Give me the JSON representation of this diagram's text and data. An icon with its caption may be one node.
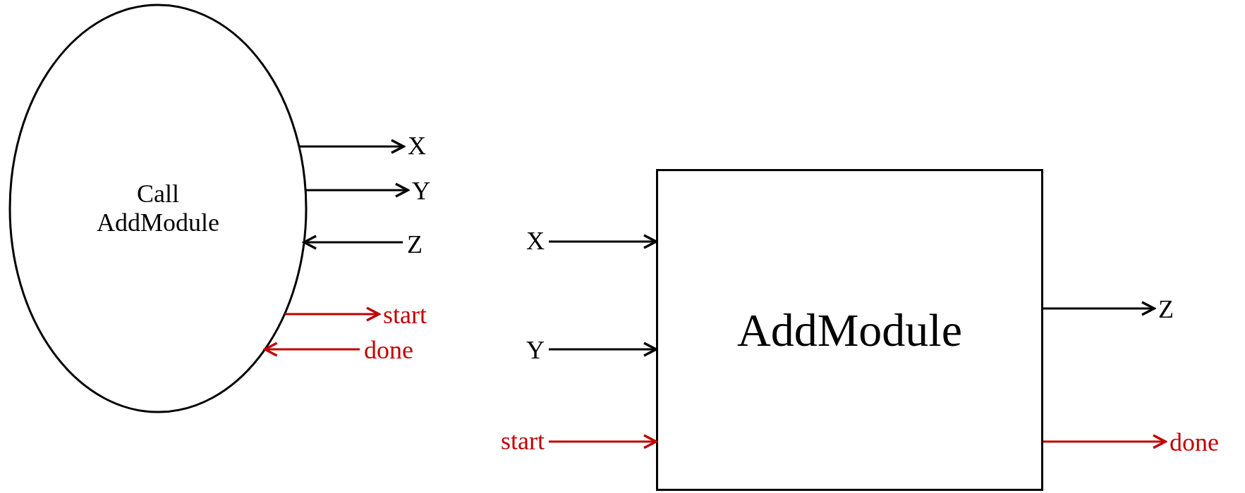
{
  "diagram": {
    "nodes": [
      {
        "text": [
          "Call AddModule"
        ]
      },
      {
        "text": [
          "X"
        ]
      },
      {
        "text": [
          "Y"
        ]
      },
      {
        "text": [
          "Z"
        ]
      },
      {
        "text": [
          "start"
        ]
      },
      {
        "text": [
          "done"
        ]
      },
      {
        "text": [
          "AddModule"
        ]
      },
      {
        "text": [
          "X"
        ]
      },
      {
        "text": [
          "Y"
        ]
      },
      {
        "text": [
          "start"
        ]
      },
      {
        "text": [
          "Z"
        ]
      },
      {
        "text": [
          "done"
        ]
      }
    ],
    "edges": [
      {
        "from": 0,
        "to": 1,
        "arrow": "to"
      },
      {
        "from": 0,
        "to": 2,
        "arrow": "to"
      },
      {
        "from": 3,
        "to": 0,
        "arrow": "to"
      },
      {
        "from": 0,
        "to": 4,
        "arrow": "to",
        "color": "#c00000"
      },
      {
        "from": 5,
        "to": 0,
        "arrow": "to",
        "color": "#c00000"
      },
      {
        "from": 7,
        "to": 6,
        "arrow": "to"
      },
      {
        "from": 8,
        "to": 6,
        "arrow": "to"
      },
      {
        "from": 9,
        "to": 6,
        "arrow": "to",
        "color": "#c00000"
      },
      {
        "from": 6,
        "to": 10,
        "arrow": "to"
      },
      {
        "from": 6,
        "to": 11,
        "arrow": "to",
        "color": "#c00000"
      }
    ]
  }
}
